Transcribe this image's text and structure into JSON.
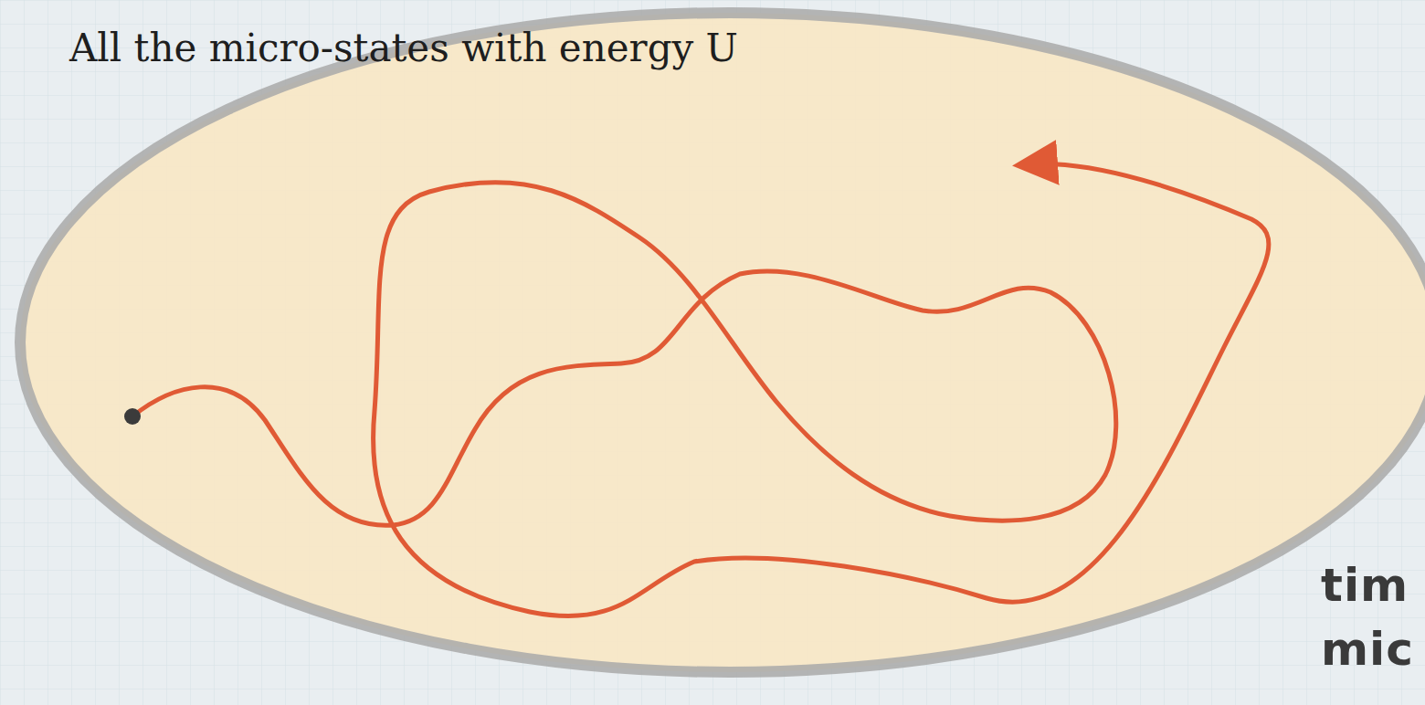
{
  "diagram": {
    "nodes": [
      {
        "text": [
          "All the micro-states with energy U"
        ]
      }
    ],
    "labels": [
      "tim",
      "mic"
    ]
  }
}
